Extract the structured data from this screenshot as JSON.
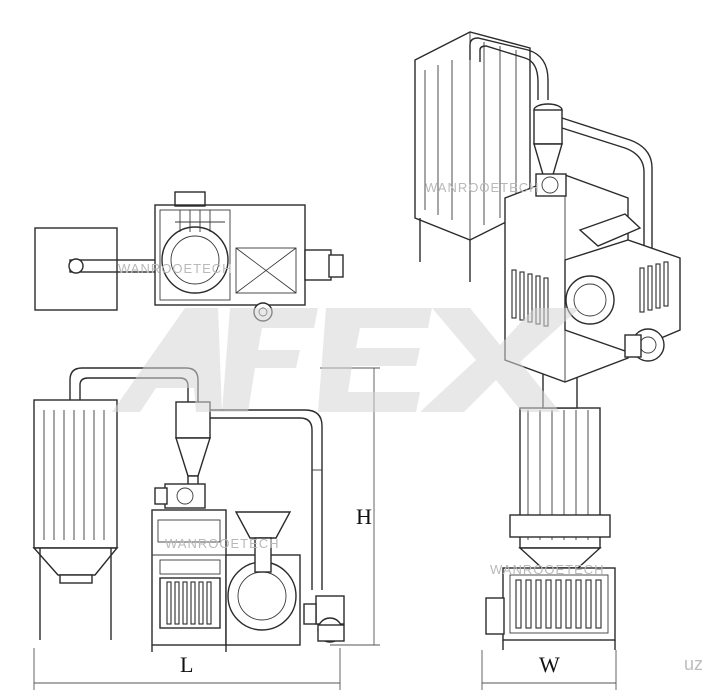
{
  "dimensions": {
    "length_label": "L",
    "width_label": "W",
    "height_label": "H"
  },
  "watermarks": {
    "brand_text": "WANROOETECH",
    "logo_text": "AFEX",
    "site_text": "uz"
  },
  "colors": {
    "line": "#2b2b2b",
    "watermark": "#d6d6d6",
    "background": "#ffffff"
  }
}
